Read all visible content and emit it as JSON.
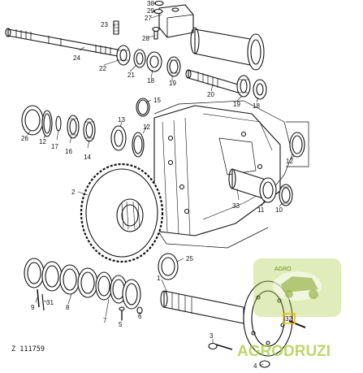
{
  "figure_id": "Z 111759",
  "callouts": {
    "c1": "1",
    "c2": "2",
    "c3": "3",
    "c4": "4",
    "c5": "5",
    "c6": "6",
    "c7": "7",
    "c8": "8",
    "c9": "9",
    "c10": "10",
    "c11": "11",
    "c12a": "12",
    "c12b": "12",
    "c12c": "12",
    "c13": "13",
    "c14": "14",
    "c15": "15",
    "c16": "16",
    "c17": "17",
    "c18a": "18",
    "c18b": "18",
    "c19a": "19",
    "c19b": "19",
    "c20": "20",
    "c21": "21",
    "c22": "22",
    "c23": "23",
    "c24": "24",
    "c25": "25",
    "c26": "26",
    "c27": "27",
    "c28": "28",
    "c29": "29",
    "c30": "30",
    "c31": "31",
    "c32": "32",
    "c33": "33"
  },
  "watermark": {
    "brand": "AGRODRUZI",
    "top": "AGRO"
  },
  "colors": {
    "line": "#111111",
    "watermark": "#a7c93a",
    "highlight": "#f2b600"
  }
}
